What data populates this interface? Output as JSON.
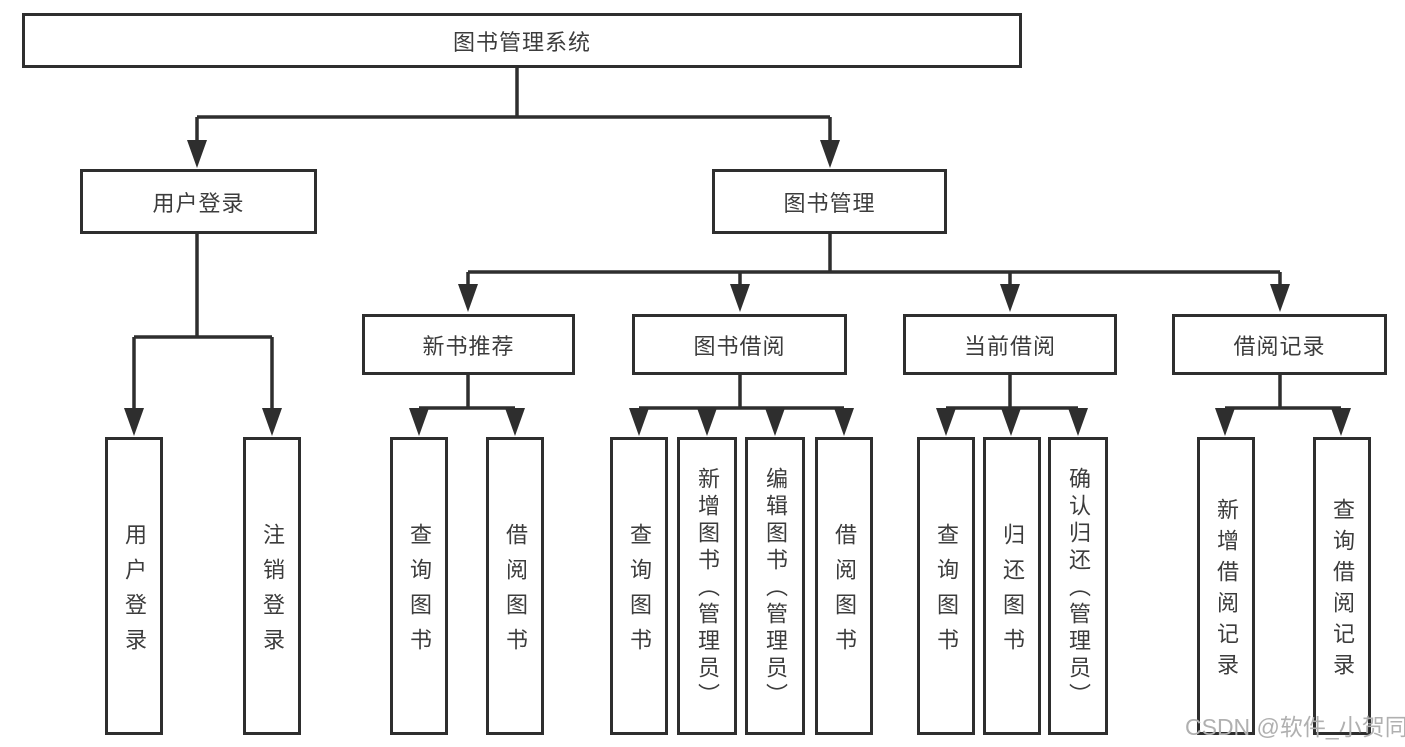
{
  "tree": {
    "root": "图书管理系统",
    "level2": [
      "用户登录",
      "图书管理"
    ],
    "level3": [
      "新书推荐",
      "图书借阅",
      "当前借阅",
      "借阅记录"
    ],
    "leaves": {
      "user_login": [
        "用户登录",
        "注销登录"
      ],
      "new_books": [
        "查询图书",
        "借阅图书"
      ],
      "book_borrow": [
        "查询图书",
        "新增图书（管理员）",
        "编辑图书（管理员）",
        "借阅图书"
      ],
      "current_borrow": [
        "查询图书",
        "归还图书",
        "确认归还（管理员）"
      ],
      "borrow_records": [
        "新增借阅记录",
        "查询借阅记录"
      ]
    }
  },
  "watermark": "CSDN @软件_小贺同学",
  "colors": {
    "line": "#2e2e2e",
    "text": "#3c3c3c",
    "watermark": "#b0b0b0",
    "background": "#ffffff"
  }
}
